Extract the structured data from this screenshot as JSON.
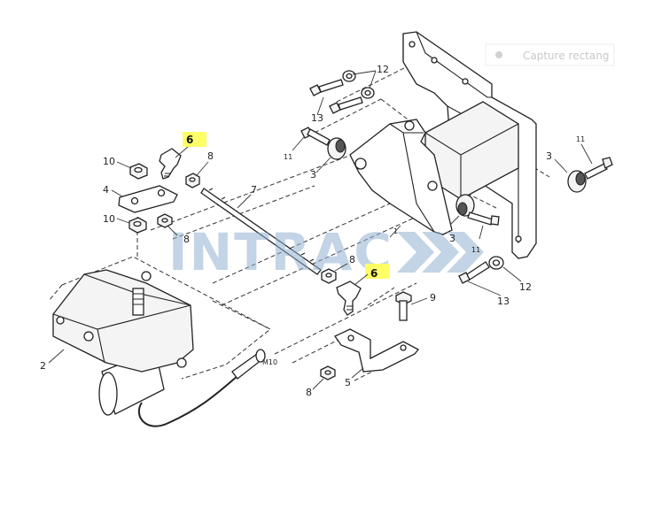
{
  "capture_label": "Capture rectang",
  "watermark": "INTRAC",
  "callouts": {
    "c10a": "10",
    "c4": "4",
    "c10b": "10",
    "c8a": "8",
    "c6a": "6",
    "c8b": "8",
    "c7": "7",
    "c8c": "8",
    "c6b": "6",
    "c9": "9",
    "c5": "5",
    "c8d": "8",
    "c2": "2",
    "c12a": "12",
    "c13a": "13",
    "c11a": "11",
    "c3a": "3",
    "c1": "1",
    "c3b": "3",
    "c11b": "11",
    "c12b": "12",
    "c13b": "13",
    "c3c": "3",
    "c11c": "11"
  },
  "connector_label": "M10",
  "colors": {
    "highlight": "#ffff66",
    "watermark": "#8fb0cf"
  }
}
